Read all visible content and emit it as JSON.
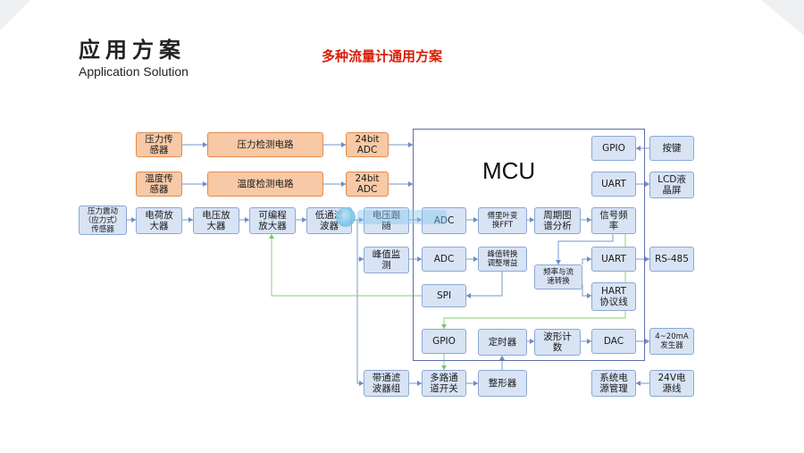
{
  "header": {
    "title": "应用方案",
    "subtitle": "Application Solution",
    "diagram_title": "多种流量计通用方案"
  },
  "mcu": {
    "label": "MCU"
  },
  "nodes": {
    "pressure_sensor": "压力传\n感器",
    "pressure_detect": "压力检测电路",
    "adc24_top": "24bit\nADC",
    "temp_sensor": "温度传\n感器",
    "temp_detect": "温度检测电路",
    "adc24_mid": "24bit\nADC",
    "vibration_sensor": "压力震动\n（应力式）\n传感器",
    "charge_amp": "电荷放\n大器",
    "volt_amp": "电压放\n大器",
    "prog_amp": "可编程\n放大器",
    "lowpass": "低通滤\n波器",
    "volt_follow": "电压跟\n随",
    "adc1": "ADC",
    "fft": "傅里叶变\n换FFT",
    "spectrum": "周期图\n谱分析",
    "signal_freq": "信号频\n率",
    "peak_monitor": "峰值监\n测",
    "adc2": "ADC",
    "peak_gain": "峰值转换\n调整增益",
    "freq_flow": "频率与流\n速转换",
    "spi": "SPI",
    "gpio_top": "GPIO",
    "uart_top": "UART",
    "uart_mid": "UART",
    "hart": "HART\n协议线",
    "keys": "按键",
    "lcd": "LCD液\n晶屏",
    "rs485": "RS-485",
    "gpio_bottom": "GPIO",
    "timer": "定时器",
    "wave_count": "波形计\n数",
    "dac": "DAC",
    "current_out": "4~20mA\n发生器",
    "bandpass": "带通滤\n波器组",
    "mux": "多路通\n道开关",
    "shaper": "整形器",
    "power_mgmt": "系统电\n源管理",
    "power_24v": "24V电\n源线"
  }
}
